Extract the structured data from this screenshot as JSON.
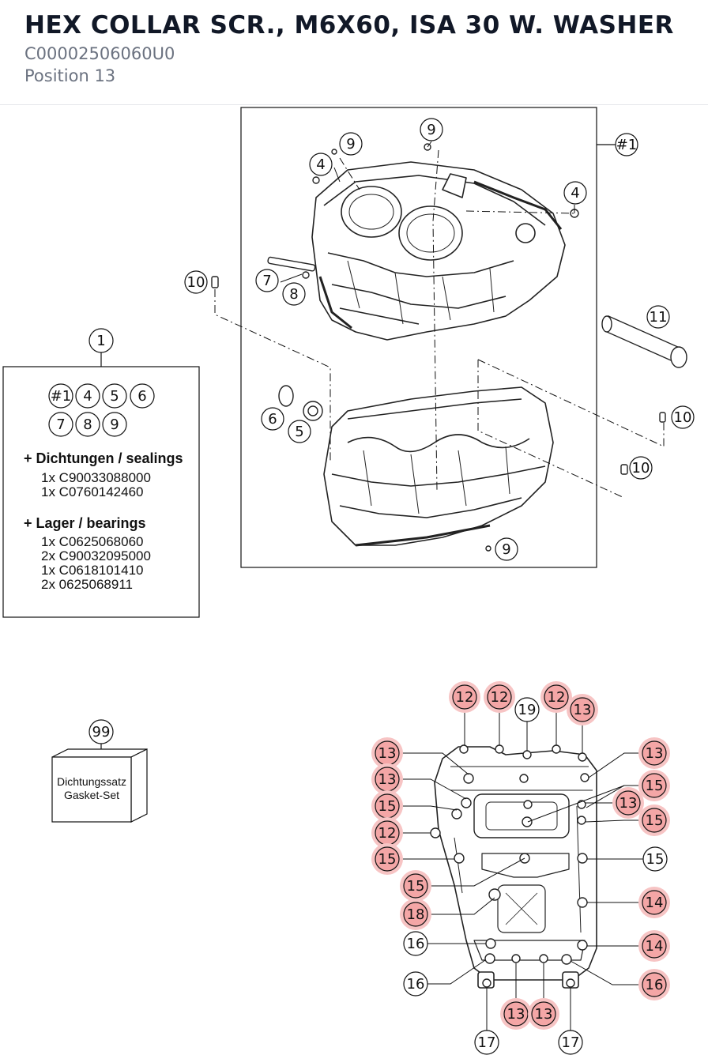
{
  "header": {
    "title": "HEX COLLAR SCR., M6X60, ISA 30 W. WASHER",
    "part_number": "C00002506060U0",
    "position": "Position 13"
  },
  "kit_box": {
    "callout": "1",
    "refs_row1": [
      "#1",
      "4",
      "5",
      "6"
    ],
    "refs_row2": [
      "7",
      "8",
      "9"
    ],
    "sealings_heading": "+ Dichtungen / sealings",
    "sealings": [
      "1x C90033088000",
      "1x C0760142460"
    ],
    "bearings_heading": "+ Lager / bearings",
    "bearings": [
      "1x C0625068060",
      "2x C90032095000",
      "1x C0618101410",
      "2x 0625068911"
    ]
  },
  "gasket_set": {
    "callout": "99",
    "line1": "Dichtungssatz",
    "line2": "Gasket-Set"
  },
  "upper_callouts": {
    "assembly": "#1",
    "c9a": "9",
    "c9b": "9",
    "c4a": "4",
    "c4b": "4",
    "c10a": "10",
    "c7": "7",
    "c8": "8",
    "c11": "11",
    "c6": "6",
    "c5": "5",
    "c10b": "10",
    "c10c": "10",
    "c9c": "9"
  },
  "lower_callouts": {
    "t12a": "12",
    "t12b": "12",
    "t19": "19",
    "t12c": "12",
    "t13a": "13",
    "l13a": "13",
    "l13b": "13",
    "l15a": "15",
    "l12": "12",
    "l15b": "15",
    "l15c": "15",
    "l18": "18",
    "l16a": "16",
    "l16b": "16",
    "r13a": "13",
    "r15a": "15",
    "r13b": "13",
    "r15b": "15",
    "r15c": "15",
    "r14a": "14",
    "r14b": "14",
    "r16": "16",
    "b13a": "13",
    "b13b": "13",
    "b17a": "17",
    "b17b": "17"
  },
  "colors": {
    "highlight": "#f4a6a6",
    "highlight_glow": "#f7c4c4",
    "line": "#111111",
    "subtitle": "#6b7280"
  }
}
